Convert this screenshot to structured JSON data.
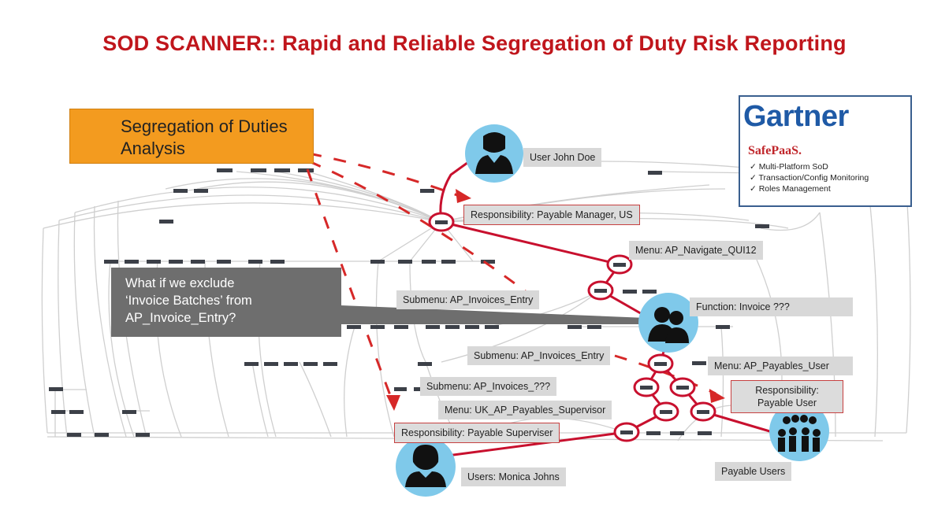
{
  "title": "SOD SCANNER::  Rapid and Reliable Segregation of Duty Risk Reporting",
  "analysis_box": "Segregation of Duties Analysis",
  "callout": "What if we exclude\n‘Invoice Batches’ from\nAP_Invoice_Entry?",
  "gartner": {
    "logo": "Gartner",
    "brand": "SafePaaS.",
    "features": [
      "Multi-Platform SoD",
      "Transaction/Config Monitoring",
      "Roles Management"
    ]
  },
  "labels": {
    "user_john": "User John Doe",
    "resp_payable_manager": "Responsibility: Payable Manager, US",
    "menu_navigate": "Menu: AP_Navigate_QUI12",
    "submenu_entry_1": "Submenu: AP_Invoices_Entry",
    "function_invoice": "Function: Invoice ???",
    "submenu_entry_2": "Submenu: AP_Invoices_Entry",
    "menu_payables_user": "Menu: AP_Payables_User",
    "submenu_unknown": "Submenu: AP_Invoices_???",
    "resp_payable_user": "Responsibility: Payable User",
    "menu_uk_supervisor": "Menu: UK_AP_Payables_Supervisor",
    "resp_payable_supervisor": "Responsibility: Payable Superviser",
    "users_monica": "Users: Monica Johns",
    "payable_users": "Payable Users"
  },
  "colors": {
    "title": "#c0161c",
    "path": "#c8102e",
    "node_circle": "#7fc9ea",
    "orange_box": "#f39b1f",
    "callout": "#6e6e6e",
    "gartner_blue": "#1f5aa6"
  },
  "icons": [
    "user-icon",
    "users-pair-icon",
    "user-female-icon",
    "user-group-icon"
  ]
}
